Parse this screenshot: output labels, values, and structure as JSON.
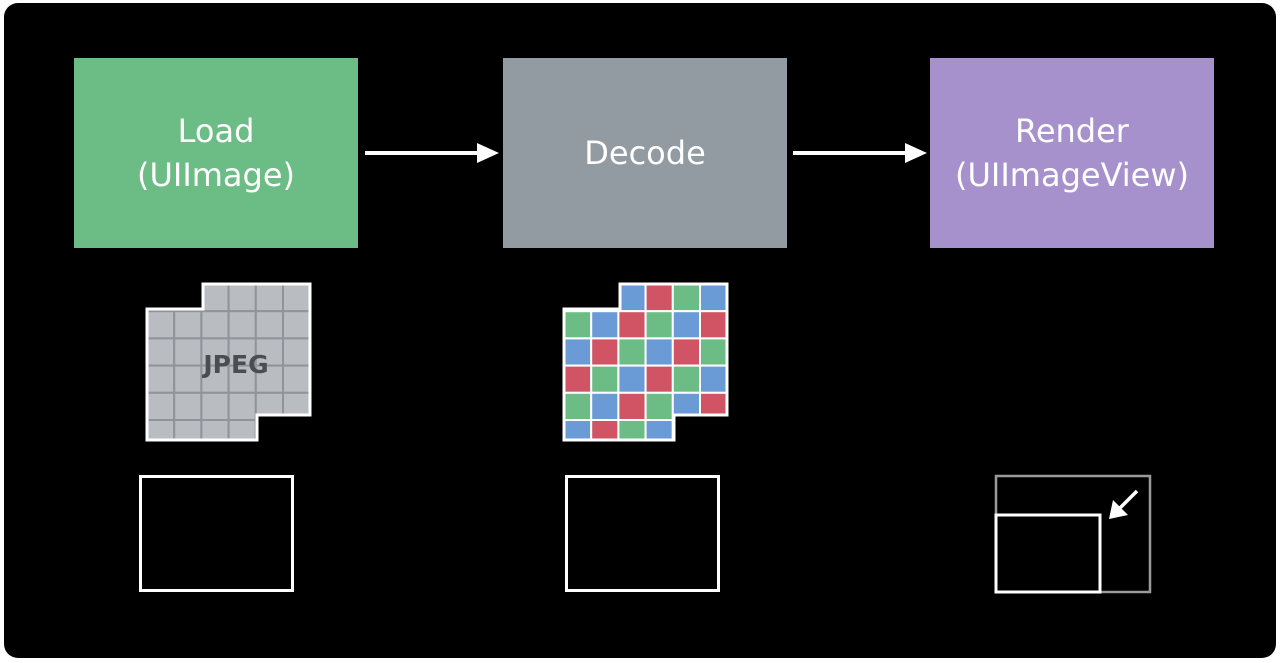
{
  "colors": {
    "load": "#6cbc85",
    "decode": "#929aa2",
    "render": "#a691cc",
    "jpeg_tile": "#b9bcc1",
    "pixel_red": "#d05464",
    "pixel_green": "#6cbc85",
    "pixel_blue": "#6b9bd6"
  },
  "stages": {
    "load": {
      "line1": "Load",
      "line2": "(UIImage)"
    },
    "decode": {
      "line1": "Decode"
    },
    "render": {
      "line1": "Render",
      "line2": "(UIImageView)"
    }
  },
  "illustrations": {
    "jpeg_label": "JPEG"
  },
  "icons": {
    "arrow": "right-arrow-icon",
    "resize": "diagonal-arrow-icon"
  }
}
